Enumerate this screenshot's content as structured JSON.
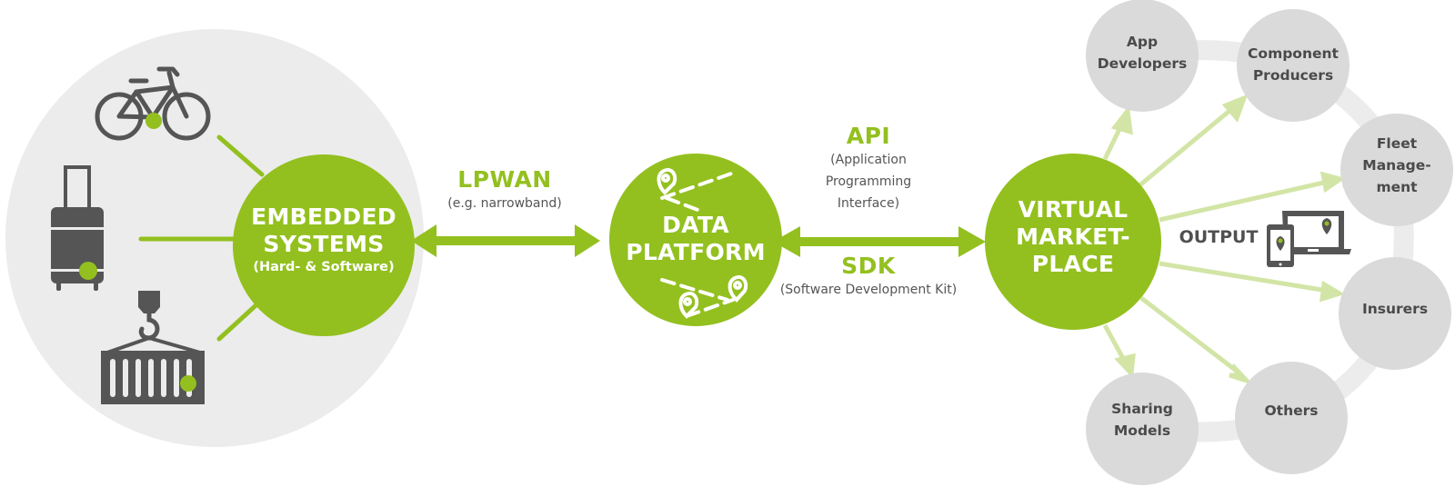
{
  "colors": {
    "primary_green": "#93c01f",
    "light_green_arrow": "#d3e5a6",
    "background_circle": "#ececec",
    "stakeholder_circle": "#dadada",
    "ring": "#ececec",
    "icon_dark": "#555555",
    "text_dark": "#4a4a4a",
    "text_gray": "#555555"
  },
  "embedded_systems": {
    "title_line1": "EMBEDDED",
    "title_line2": "SYSTEMS",
    "subtitle": "(Hard- & Software)",
    "devices": [
      {
        "name": "bicycle",
        "icon": "bicycle-icon"
      },
      {
        "name": "suitcase",
        "icon": "suitcase-icon"
      },
      {
        "name": "shipping container",
        "icon": "container-crane-icon"
      }
    ]
  },
  "link_lpwan": {
    "title": "LPWAN",
    "subtitle": "(e.g. narrowband)"
  },
  "data_platform": {
    "title_line1": "DATA",
    "title_line2": "PLATFORM"
  },
  "link_api": {
    "title": "API",
    "subtitle_lines": [
      "(Application",
      "Programming",
      "Interface)"
    ]
  },
  "link_sdk": {
    "title": "SDK",
    "subtitle": "(Software Development Kit)"
  },
  "virtual_marketplace": {
    "title_line1": "VIRTUAL",
    "title_line2": "MARKET-",
    "title_line3": "PLACE"
  },
  "output": {
    "label": "OUTPUT",
    "icon": "devices-location-icon"
  },
  "stakeholders": [
    {
      "id": "app-developers",
      "lines": [
        "App",
        "Developers"
      ]
    },
    {
      "id": "component-producers",
      "lines": [
        "Component",
        "Producers"
      ]
    },
    {
      "id": "fleet-management",
      "lines": [
        "Fleet",
        "Manage-",
        "ment"
      ]
    },
    {
      "id": "insurers",
      "lines": [
        "Insurers"
      ]
    },
    {
      "id": "others",
      "lines": [
        "Others"
      ]
    },
    {
      "id": "sharing-models",
      "lines": [
        "Sharing",
        "Models"
      ]
    }
  ]
}
